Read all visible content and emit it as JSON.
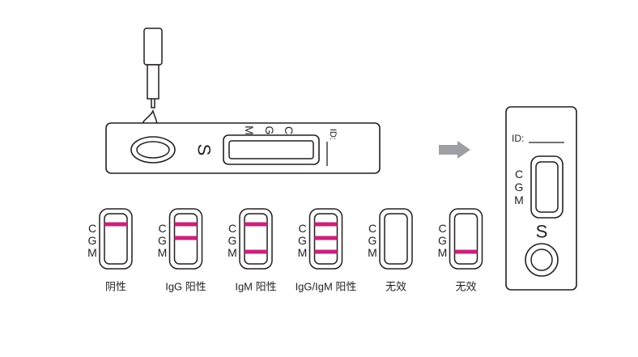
{
  "colors": {
    "line": "#231f20",
    "band": "#c8237a",
    "arrow": "#9d9fa2",
    "background": "#ffffff"
  },
  "horizontal_device": {
    "window_labels": [
      "C",
      "G",
      "M"
    ],
    "sample_label": "S",
    "id_label": "ID:"
  },
  "arrow_icon": "right-arrow-icon",
  "dropper_icon": "dropper-icon",
  "results": [
    {
      "letters": [
        "C",
        "G",
        "M"
      ],
      "bands": [
        "C"
      ],
      "caption": "阴性"
    },
    {
      "letters": [
        "C",
        "G",
        "M"
      ],
      "bands": [
        "C",
        "G"
      ],
      "caption": "IgG 阳性"
    },
    {
      "letters": [
        "C",
        "G",
        "M"
      ],
      "bands": [
        "C",
        "M"
      ],
      "caption": "IgM 阳性"
    },
    {
      "letters": [
        "C",
        "G",
        "M"
      ],
      "bands": [
        "C",
        "G",
        "M"
      ],
      "caption": "IgG/IgM 阳性"
    },
    {
      "letters": [
        "C",
        "G",
        "M"
      ],
      "bands": [],
      "caption": "无效"
    },
    {
      "letters": [
        "C",
        "G",
        "M"
      ],
      "bands": [
        "M"
      ],
      "caption": "无效"
    }
  ],
  "vertical_device": {
    "id_label": "ID:",
    "window_labels": [
      "C",
      "G",
      "M"
    ],
    "sample_label": "S"
  }
}
